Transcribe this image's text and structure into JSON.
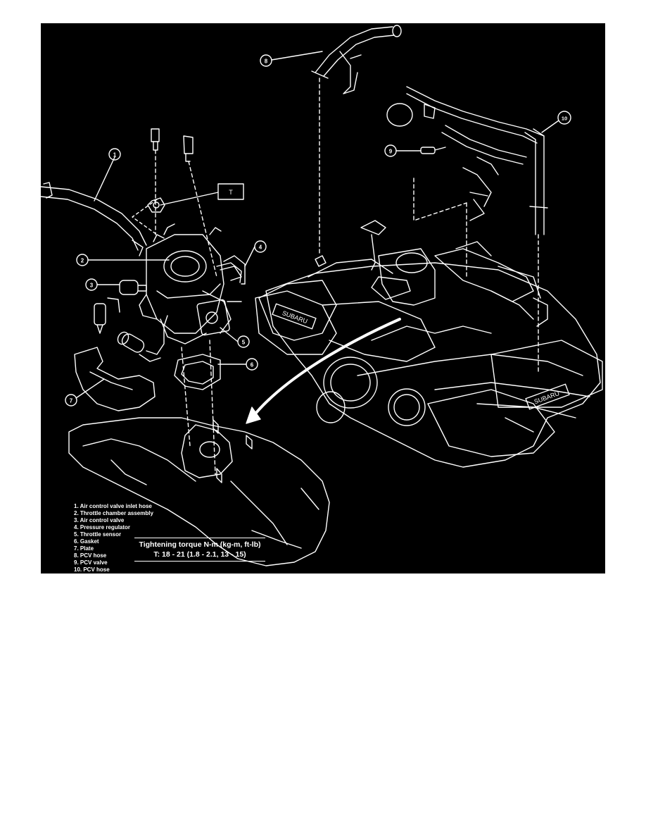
{
  "diagram": {
    "callouts": [
      "1",
      "2",
      "3",
      "4",
      "5",
      "6",
      "7",
      "8",
      "9",
      "10"
    ],
    "torque_tag": "T",
    "brand_marks": [
      "SUBARU",
      "SUBARU"
    ],
    "legend": [
      "1. Air control valve inlet hose",
      "2. Throttle chamber assembly",
      "3. Air control valve",
      "4. Pressure regulator",
      "5. Throttle sensor",
      "6. Gasket",
      "7. Plate",
      "8. PCV hose",
      "9. PCV valve",
      "10. PCV hose"
    ],
    "torque": {
      "title": "Tightening torque N-m (kg-m, ft-lb)",
      "value": "T: 18 - 21 (1.8 - 2.1, 13 - 15)"
    }
  },
  "colors": {
    "background": "#000000",
    "ink": "#ffffff",
    "page": "#ffffff"
  }
}
